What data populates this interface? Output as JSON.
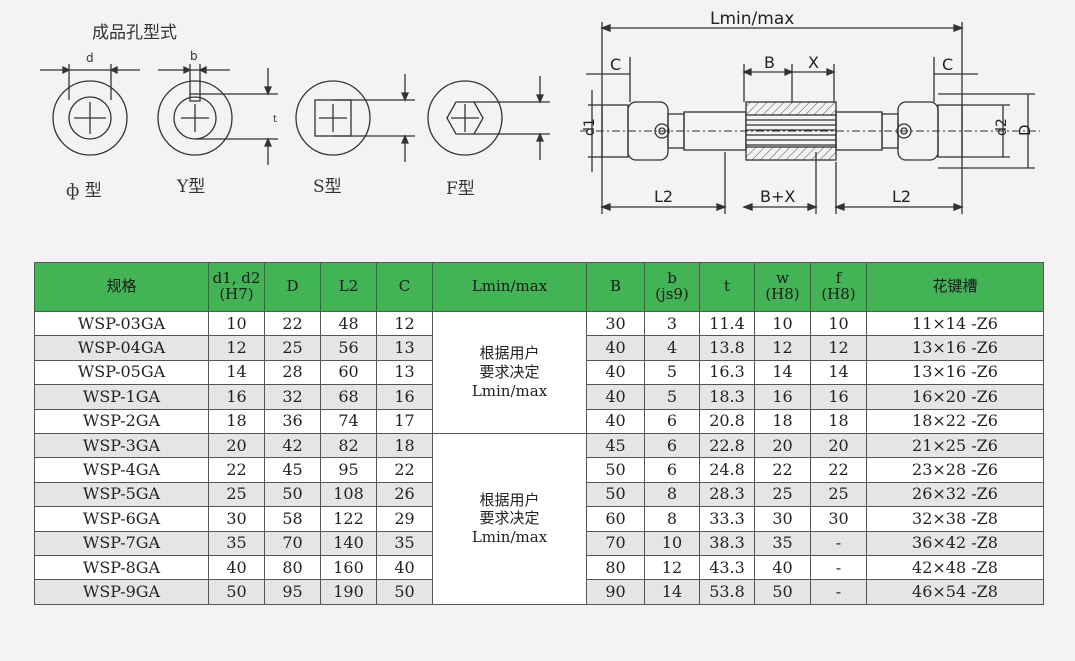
{
  "hole_types": {
    "title": "成品孔型式",
    "d_label": "d",
    "b_label": "b",
    "t_label": "t",
    "items": [
      {
        "label": "ф 型"
      },
      {
        "label": "Y型"
      },
      {
        "label": "S型"
      },
      {
        "label": "F型"
      }
    ]
  },
  "assembly": {
    "lmin_max": "Lmin/max",
    "c_left": "C",
    "c_right": "C",
    "b": "B",
    "x": "X",
    "d1": "d1",
    "d2": "d2",
    "d": "D",
    "l2_left": "L2",
    "l2_right": "L2",
    "bx": "B+X"
  },
  "table": {
    "headers": {
      "spec": "规格",
      "d1d2": "d1, d2",
      "d1d2_sub": "(H7)",
      "d": "D",
      "l2": "L2",
      "c": "C",
      "lminmax": "Lmin/max",
      "b": "B",
      "bjs9": "b",
      "bjs9_sub": "(js9)",
      "t": "t",
      "w": "w",
      "w_sub": "(H8)",
      "f": "f",
      "f_sub": "(H8)",
      "spline": "花键槽"
    },
    "note1": {
      "line1": "根据用户",
      "line2": "要求决定",
      "line3": "Lmin/max"
    },
    "note2": {
      "line1": "根据用户",
      "line2": "要求决定",
      "line3": "Lmin/max"
    },
    "rows": [
      {
        "spec": "WSP-03GA",
        "d1d2": "10",
        "d": "22",
        "l2": "48",
        "c": "12",
        "b": "30",
        "bjs9": "3",
        "t": "11.4",
        "w": "10",
        "f": "10",
        "spline": "11×14 -Z6"
      },
      {
        "spec": "WSP-04GA",
        "d1d2": "12",
        "d": "25",
        "l2": "56",
        "c": "13",
        "b": "40",
        "bjs9": "4",
        "t": "13.8",
        "w": "12",
        "f": "12",
        "spline": "13×16 -Z6"
      },
      {
        "spec": "WSP-05GA",
        "d1d2": "14",
        "d": "28",
        "l2": "60",
        "c": "13",
        "b": "40",
        "bjs9": "5",
        "t": "16.3",
        "w": "14",
        "f": "14",
        "spline": "13×16 -Z6"
      },
      {
        "spec": "WSP-1GA",
        "d1d2": "16",
        "d": "32",
        "l2": "68",
        "c": "16",
        "b": "40",
        "bjs9": "5",
        "t": "18.3",
        "w": "16",
        "f": "16",
        "spline": "16×20 -Z6"
      },
      {
        "spec": "WSP-2GA",
        "d1d2": "18",
        "d": "36",
        "l2": "74",
        "c": "17",
        "b": "40",
        "bjs9": "6",
        "t": "20.8",
        "w": "18",
        "f": "18",
        "spline": "18×22 -Z6"
      },
      {
        "spec": "WSP-3GA",
        "d1d2": "20",
        "d": "42",
        "l2": "82",
        "c": "18",
        "b": "45",
        "bjs9": "6",
        "t": "22.8",
        "w": "20",
        "f": "20",
        "spline": "21×25 -Z6"
      },
      {
        "spec": "WSP-4GA",
        "d1d2": "22",
        "d": "45",
        "l2": "95",
        "c": "22",
        "b": "50",
        "bjs9": "6",
        "t": "24.8",
        "w": "22",
        "f": "22",
        "spline": "23×28 -Z6"
      },
      {
        "spec": "WSP-5GA",
        "d1d2": "25",
        "d": "50",
        "l2": "108",
        "c": "26",
        "b": "50",
        "bjs9": "8",
        "t": "28.3",
        "w": "25",
        "f": "25",
        "spline": "26×32 -Z6"
      },
      {
        "spec": "WSP-6GA",
        "d1d2": "30",
        "d": "58",
        "l2": "122",
        "c": "29",
        "b": "60",
        "bjs9": "8",
        "t": "33.3",
        "w": "30",
        "f": "30",
        "spline": "32×38 -Z8"
      },
      {
        "spec": "WSP-7GA",
        "d1d2": "35",
        "d": "70",
        "l2": "140",
        "c": "35",
        "b": "70",
        "bjs9": "10",
        "t": "38.3",
        "w": "35",
        "f": "-",
        "spline": "36×42 -Z8"
      },
      {
        "spec": "WSP-8GA",
        "d1d2": "40",
        "d": "80",
        "l2": "160",
        "c": "40",
        "b": "80",
        "bjs9": "12",
        "t": "43.3",
        "w": "40",
        "f": "-",
        "spline": "42×48 -Z8"
      },
      {
        "spec": "WSP-9GA",
        "d1d2": "50",
        "d": "95",
        "l2": "190",
        "c": "50",
        "b": "90",
        "bjs9": "14",
        "t": "53.8",
        "w": "50",
        "f": "-",
        "spline": "46×54 -Z8"
      }
    ]
  },
  "colors": {
    "header_green": "#42b455",
    "row_alt": "#e5e5e5"
  }
}
